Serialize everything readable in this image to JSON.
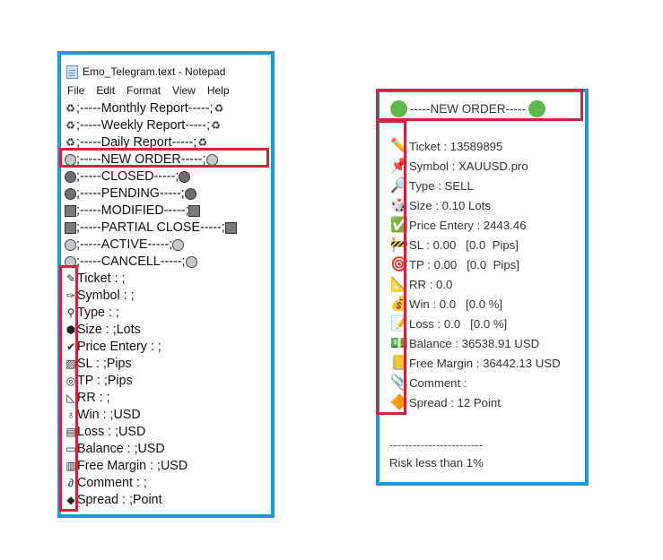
{
  "notepad": {
    "title": "Emo_Telegram.text - Notepad",
    "menu": [
      "File",
      "Edit",
      "Format",
      "View",
      "Help"
    ],
    "lines": [
      {
        "icon": "recycle-icon",
        "text": ";-----Monthly Report-----;",
        "trail": "recycle-icon"
      },
      {
        "icon": "recycle-icon",
        "text": ";-----Weekly Report-----;",
        "trail": "recycle-icon"
      },
      {
        "icon": "recycle-icon",
        "text": ";-----Daily Report-----;",
        "trail": "recycle-icon"
      },
      {
        "icon": "light-circle-icon",
        "text": ";-----NEW ORDER-----;",
        "trail": "light-circle-icon"
      },
      {
        "icon": "dark-circle-icon",
        "text": ";-----CLOSED-----;",
        "trail": "dark-circle-icon"
      },
      {
        "icon": "dark-circle-icon",
        "text": ";-----PENDING-----;",
        "trail": "dark-circle-icon"
      },
      {
        "icon": "dark-square-icon",
        "text": ";-----MODIFIED-----;",
        "trail": "dark-square-icon"
      },
      {
        "icon": "dark-square-icon",
        "text": ";-----PARTIAL CLOSE-----;",
        "trail": "dark-square-icon"
      },
      {
        "icon": "light-circle-icon",
        "text": ";-----ACTIVE-----;",
        "trail": "light-circle-icon"
      },
      {
        "icon": "light-circle-icon",
        "text": ";-----CANCELL-----;",
        "trail": "light-circle-icon"
      },
      {
        "icon": "pencil-icon",
        "text": "Ticket : ;"
      },
      {
        "icon": "pushpin-icon",
        "text": "Symbol : ;"
      },
      {
        "icon": "magnifier-icon",
        "text": "Type : ;"
      },
      {
        "icon": "die-icon",
        "text": "Size : ;Lots"
      },
      {
        "icon": "checkmark-icon",
        "text": "Price Entery : ;"
      },
      {
        "icon": "construction-icon",
        "text": "SL : ;Pips"
      },
      {
        "icon": "target-icon",
        "text": "TP : ;Pips"
      },
      {
        "icon": "triangle-ruler-icon",
        "text": "RR : ;"
      },
      {
        "icon": "money-bag-icon",
        "text": "Win : ;USD"
      },
      {
        "icon": "memo-icon",
        "text": "Loss : ;USD"
      },
      {
        "icon": "banknote-icon",
        "text": "Balance : ;USD"
      },
      {
        "icon": "ledger-icon",
        "text": "Free Margin : ;USD"
      },
      {
        "icon": "paperclip-icon",
        "text": "Comment : ;"
      },
      {
        "icon": "diamond-icon",
        "text": "Spread : ;Point"
      }
    ]
  },
  "telegram": {
    "header": "-----NEW ORDER-----",
    "rows": [
      {
        "icon": "pencil-icon",
        "glyph": "✏️",
        "text": "Ticket : 13589895"
      },
      {
        "icon": "pushpin-icon",
        "glyph": "📌",
        "text": "Symbol : XAUUSD.pro"
      },
      {
        "icon": "magnifier-icon",
        "glyph": "🔎",
        "text": "Type : SELL"
      },
      {
        "icon": "die-icon",
        "glyph": "🎲",
        "text": "Size : 0.10 Lots"
      },
      {
        "icon": "checkmark-icon",
        "glyph": "✅",
        "text": "Price Entery : 2443.46"
      },
      {
        "icon": "construction-icon",
        "glyph": "🚧",
        "text": "SL : 0.00   [0.0  Pips]"
      },
      {
        "icon": "target-icon",
        "glyph": "🎯",
        "text": "TP : 0.00   [0.0  Pips]"
      },
      {
        "icon": "triangle-ruler-icon",
        "glyph": "📐",
        "text": "RR : 0.0"
      },
      {
        "icon": "money-bag-icon",
        "glyph": "💰",
        "text": "Win : 0.0   [0.0 %]"
      },
      {
        "icon": "memo-icon",
        "glyph": "📝",
        "text": "Loss : 0.0   [0.0 %]"
      },
      {
        "icon": "banknote-icon",
        "glyph": "💵",
        "text": "Balance : 36538.91 USD"
      },
      {
        "icon": "ledger-icon",
        "glyph": "📒",
        "text": "Free Margin : 36442.13 USD"
      },
      {
        "icon": "paperclip-icon",
        "glyph": "📎",
        "text": "Comment :"
      },
      {
        "icon": "diamond-icon",
        "glyph": "🔶",
        "text": "Spread : 12 Point"
      }
    ],
    "divider": "------------------------",
    "footer": "Risk less than 1%"
  },
  "colors": {
    "frame": "#1a9ad7",
    "highlight": "#d0243a",
    "green": "#5cb84a"
  }
}
